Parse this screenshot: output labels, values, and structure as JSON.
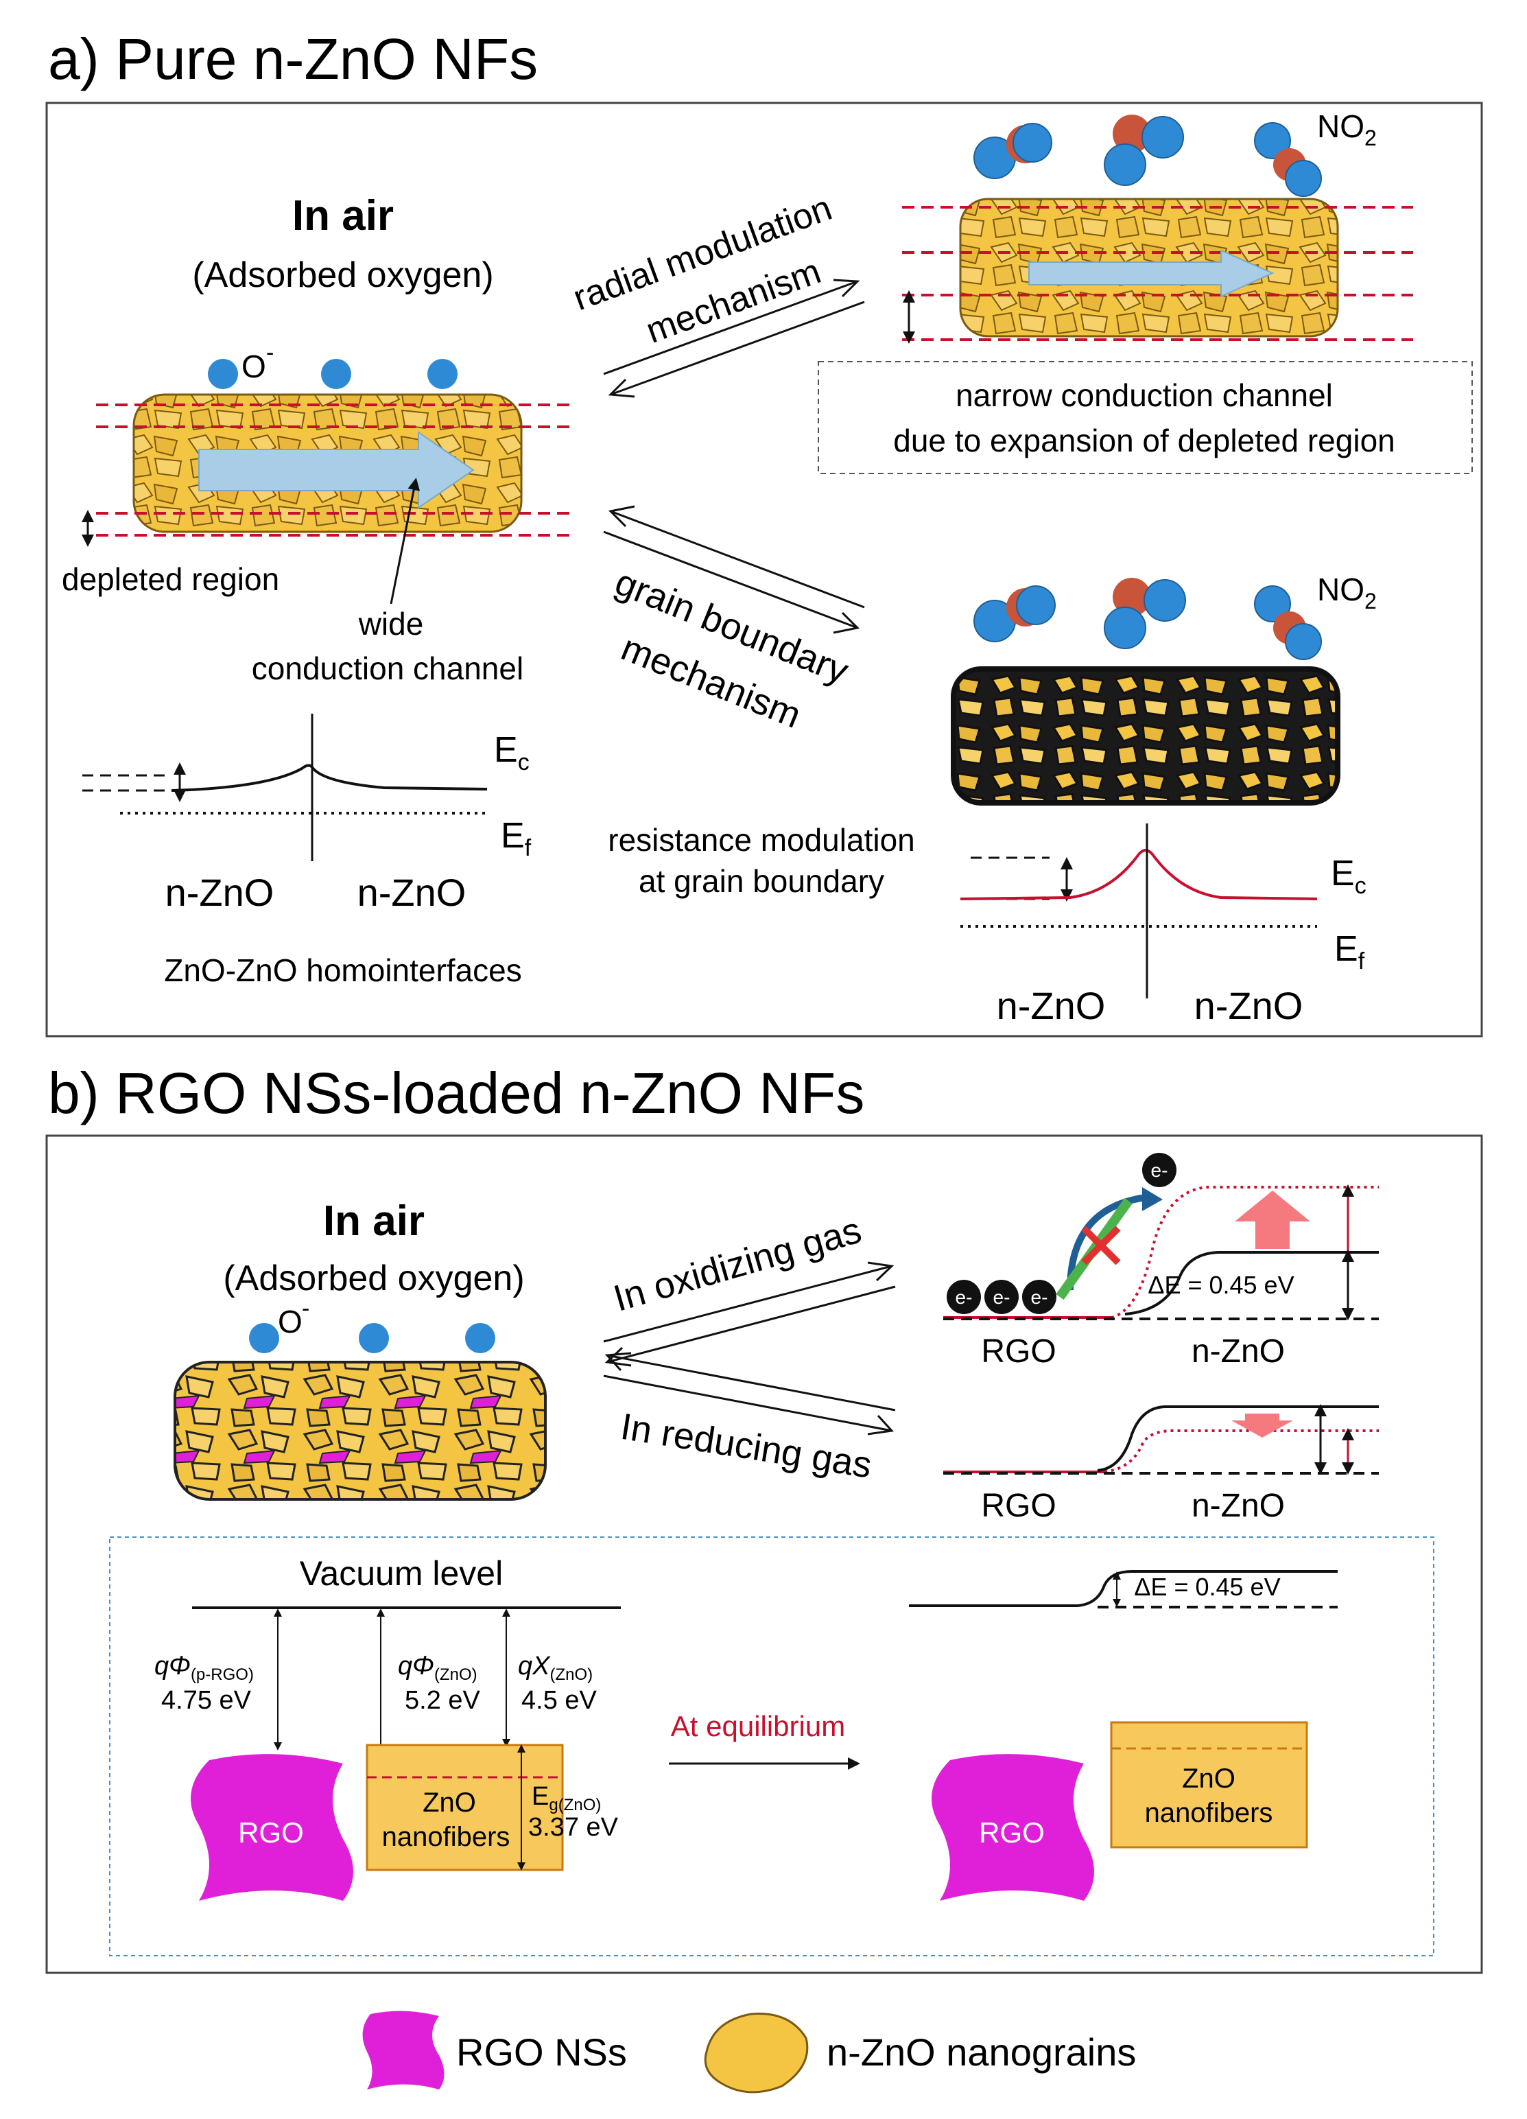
{
  "panel_a": {
    "title": "a) Pure n-ZnO NFs",
    "in_air": "In air",
    "adsorbed_oxygen": "(Adsorbed oxygen)",
    "o_minus": "O",
    "o_minus_sup": "-",
    "depleted_region": "depleted region",
    "wide": "wide",
    "conduction_channel": "conduction channel",
    "radial_line1": "radial modulation",
    "radial_line2": "mechanism",
    "grain_line1": "grain boundary",
    "grain_line2": "mechanism",
    "no2": "NO",
    "no2_sub": "2",
    "narrow_line1": "narrow conduction channel",
    "narrow_line2": "due to expansion of depleted region",
    "ec": "E",
    "ec_sub": "c",
    "ef": "E",
    "ef_sub": "f",
    "nzno": "n-ZnO",
    "homointerfaces": "ZnO-ZnO homointerfaces",
    "resistance_line1": "resistance modulation",
    "resistance_line2": "at grain boundary"
  },
  "panel_b": {
    "title": "b) RGO NSs-loaded n-ZnO NFs",
    "in_air": "In air",
    "adsorbed_oxygen": "(Adsorbed oxygen)",
    "o_minus": "O",
    "o_minus_sup": "-",
    "oxidizing": "In oxidizing gas",
    "reducing": "In reducing gas",
    "electron": "e-",
    "delta_e": "ΔE = 0.45 eV",
    "rgo": "RGO",
    "nzno": "n-ZnO",
    "vacuum_level": "Vacuum level",
    "phi_rgo_label": "qΦ",
    "phi_rgo_sub": "(p-RGO)",
    "phi_rgo_value": "4.75 eV",
    "phi_zno_label": "qΦ",
    "phi_zno_sub": "(ZnO)",
    "phi_zno_value": "5.2 eV",
    "chi_zno_label": "qX",
    "chi_zno_sub": "(ZnO)",
    "chi_zno_value": "4.5 eV",
    "eg_label": "E",
    "eg_sub": "g(ZnO)",
    "eg_value": "3.37 eV",
    "zno": "ZnO",
    "nanofibers": "nanofibers",
    "at_equilibrium": "At equilibrium"
  },
  "legend": {
    "rgo_ns": "RGO NSs",
    "zno_grains": "n-ZnO nanograins"
  },
  "colors": {
    "zno_fill": "#f4c542",
    "rgo_fill": "#e020d8",
    "oxygen_blue": "#2f8ad6",
    "nitrogen_red": "#c8553a",
    "red_line": "#c8102e",
    "arrow_blue": "#a9cde6",
    "eq_text": "#c8102e",
    "band_box": "#f7c95c",
    "green_arrow": "#4cb34c"
  }
}
